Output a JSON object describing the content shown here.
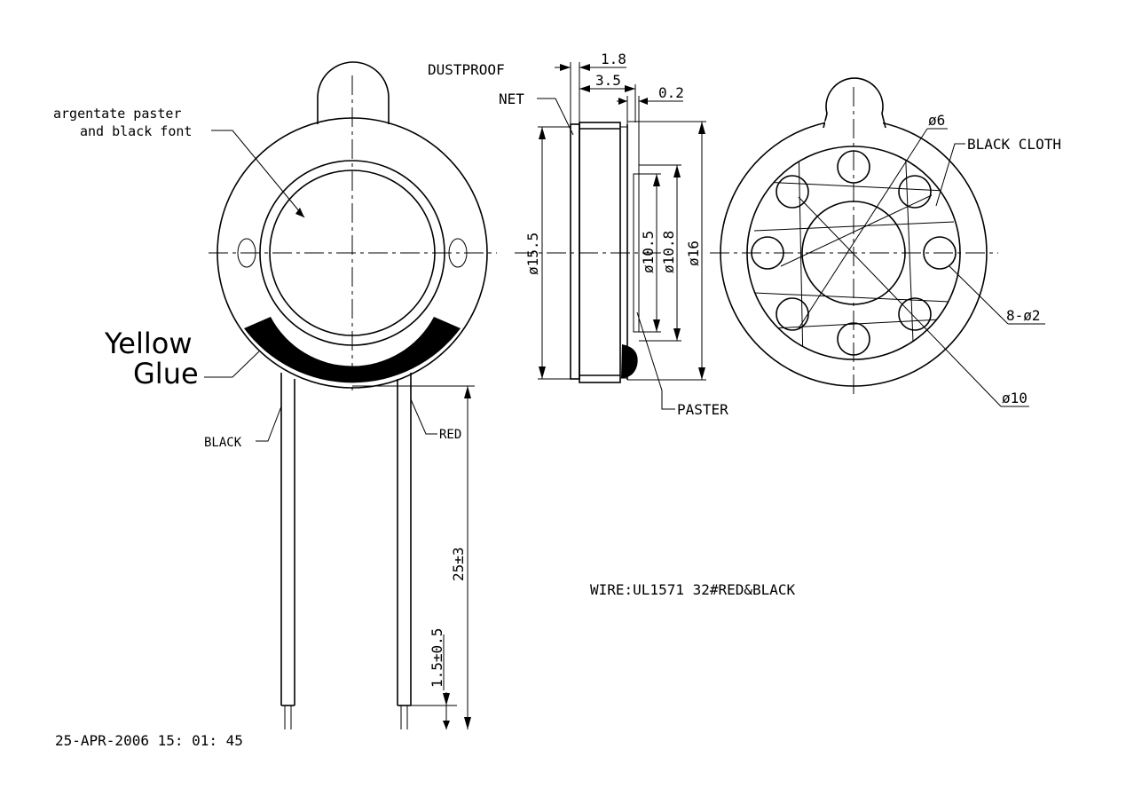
{
  "labels": {
    "argentate_line1": "argentate paster",
    "argentate_line2": "and black font",
    "yellow": "Yellow",
    "glue": "Glue",
    "black_wire": "BLACK",
    "red_wire": "RED",
    "dustproof": "DUSTPROOF",
    "net": "NET",
    "paster": "PASTER",
    "black_cloth": "BLACK CLOTH",
    "wire_spec": "WIRE:UL1571  32#RED&BLACK",
    "timestamp": "25-APR-2006  15: 01: 45"
  },
  "dimensions": {
    "d_1_8": "1.8",
    "d_3_5": "3.5",
    "d_0_2": "0.2",
    "phi_15_5": "ø15.5",
    "phi_10_5": "ø10.5",
    "phi_10_8": "ø10.8",
    "phi_16": "ø16",
    "phi_6": "ø6",
    "holes_8_phi_2": "8-ø2",
    "phi_10": "ø10",
    "len_25": "25±3",
    "len_1_5": "1.5±0.5"
  }
}
